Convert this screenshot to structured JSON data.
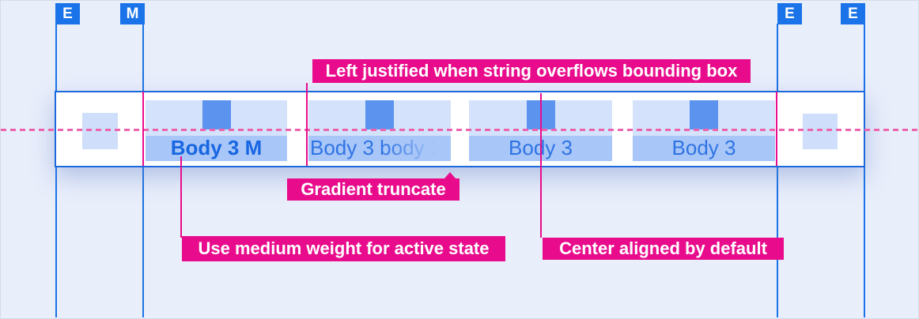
{
  "palette": {
    "guide_blue": "#1a73e8",
    "bar_border_blue": "#1c69dd",
    "block_light_blue": "#d4e2fc",
    "label_strip_blue": "#a9c6f8",
    "icon_blue": "#5b93ef",
    "active_text_blue": "#1766e2",
    "inactive_text_blue": "#2e74e4",
    "annotation_magenta": "#e80c8c",
    "dashed_line_pink": "#ec64ae",
    "background": "#e9eefb"
  },
  "markers": {
    "m1": "E",
    "m2": "M",
    "m3": "E",
    "m4": "E"
  },
  "tabs": {
    "t1": "Body 3 M",
    "t2": "Body 3 body 3 b",
    "t3": "Body 3",
    "t4": "Body 3"
  },
  "annotations": {
    "left_justified": "Left justified when string overflows bounding box",
    "gradient_truncate": "Gradient truncate",
    "medium_weight": "Use medium weight for active state",
    "center_aligned": "Center aligned by default"
  }
}
